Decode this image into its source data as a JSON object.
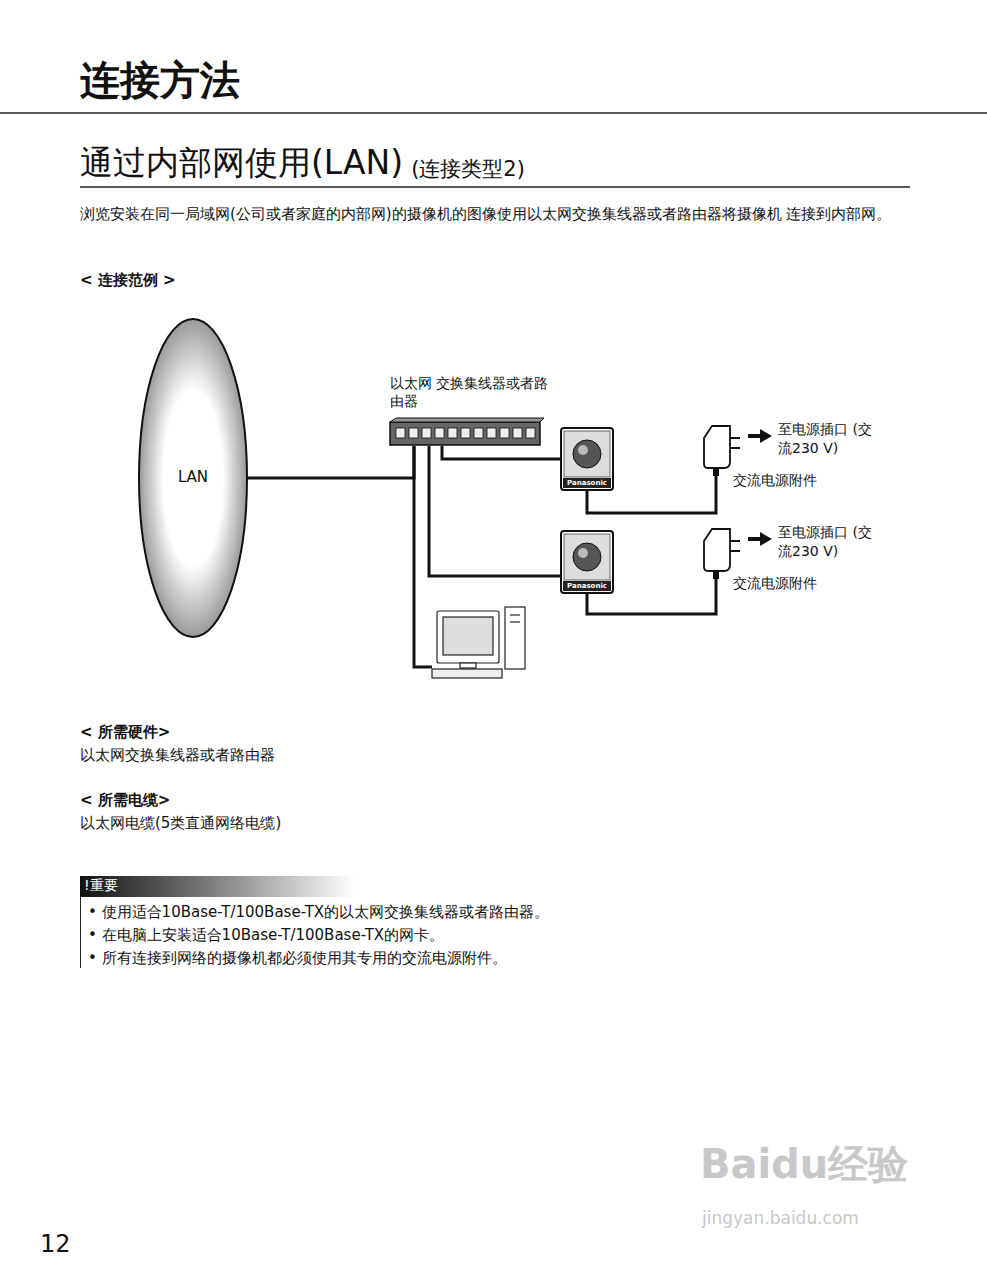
{
  "diagram": {
    "title": "连接方法",
    "nodes": [
      {
        "text": [
          "LAN"
        ]
      },
      {
        "text": [
          "以太网 交换集线器或者路由器"
        ]
      },
      {
        "text": [
          "Panasonic"
        ]
      },
      {
        "text": [
          "Panasonic"
        ]
      },
      {
        "text": [
          "至电源插口 (交流230 V)",
          "交流电源附件"
        ]
      },
      {
        "text": [
          "至电源插口 (交流230 V)",
          "交流电源附件"
        ]
      }
    ],
    "edges": [
      {
        "from": 0,
        "to": 1,
        "arrow": "none"
      },
      {
        "from": 1,
        "to": 2,
        "arrow": "none"
      },
      {
        "from": 1,
        "to": 3,
        "arrow": "none"
      },
      {
        "from": 4,
        "to": 2,
        "arrow": "none"
      },
      {
        "from": 5,
        "to": 3,
        "arrow": "none"
      }
    ],
    "labels": [
      "通过内部网使用(LAN)",
      "(连接类型2)",
      "浏览安装在同一局域网(公司或者家庭的内部网)的摄像机的图像使用以太网交换集线器或者路由器将摄像机 连接到内部网。",
      "< 连接范例 >",
      "< 所需硬件>",
      "以太网交换集线器或者路由器",
      "< 所需电缆>",
      "以太网电缆(5类直通网络电缆)",
      "!重要",
      "• 使用适合10Base-T/100Base-TX的以太网交换集线器或者路由器。",
      "• 在电脑上安装适合10Base-T/100Base-TX的网卡。",
      "• 所有连接到网络的摄像机都必须使用其专用的交流电源附件。",
      "12",
      "Baidu经验",
      "jingyan.baidu.com"
    ]
  }
}
